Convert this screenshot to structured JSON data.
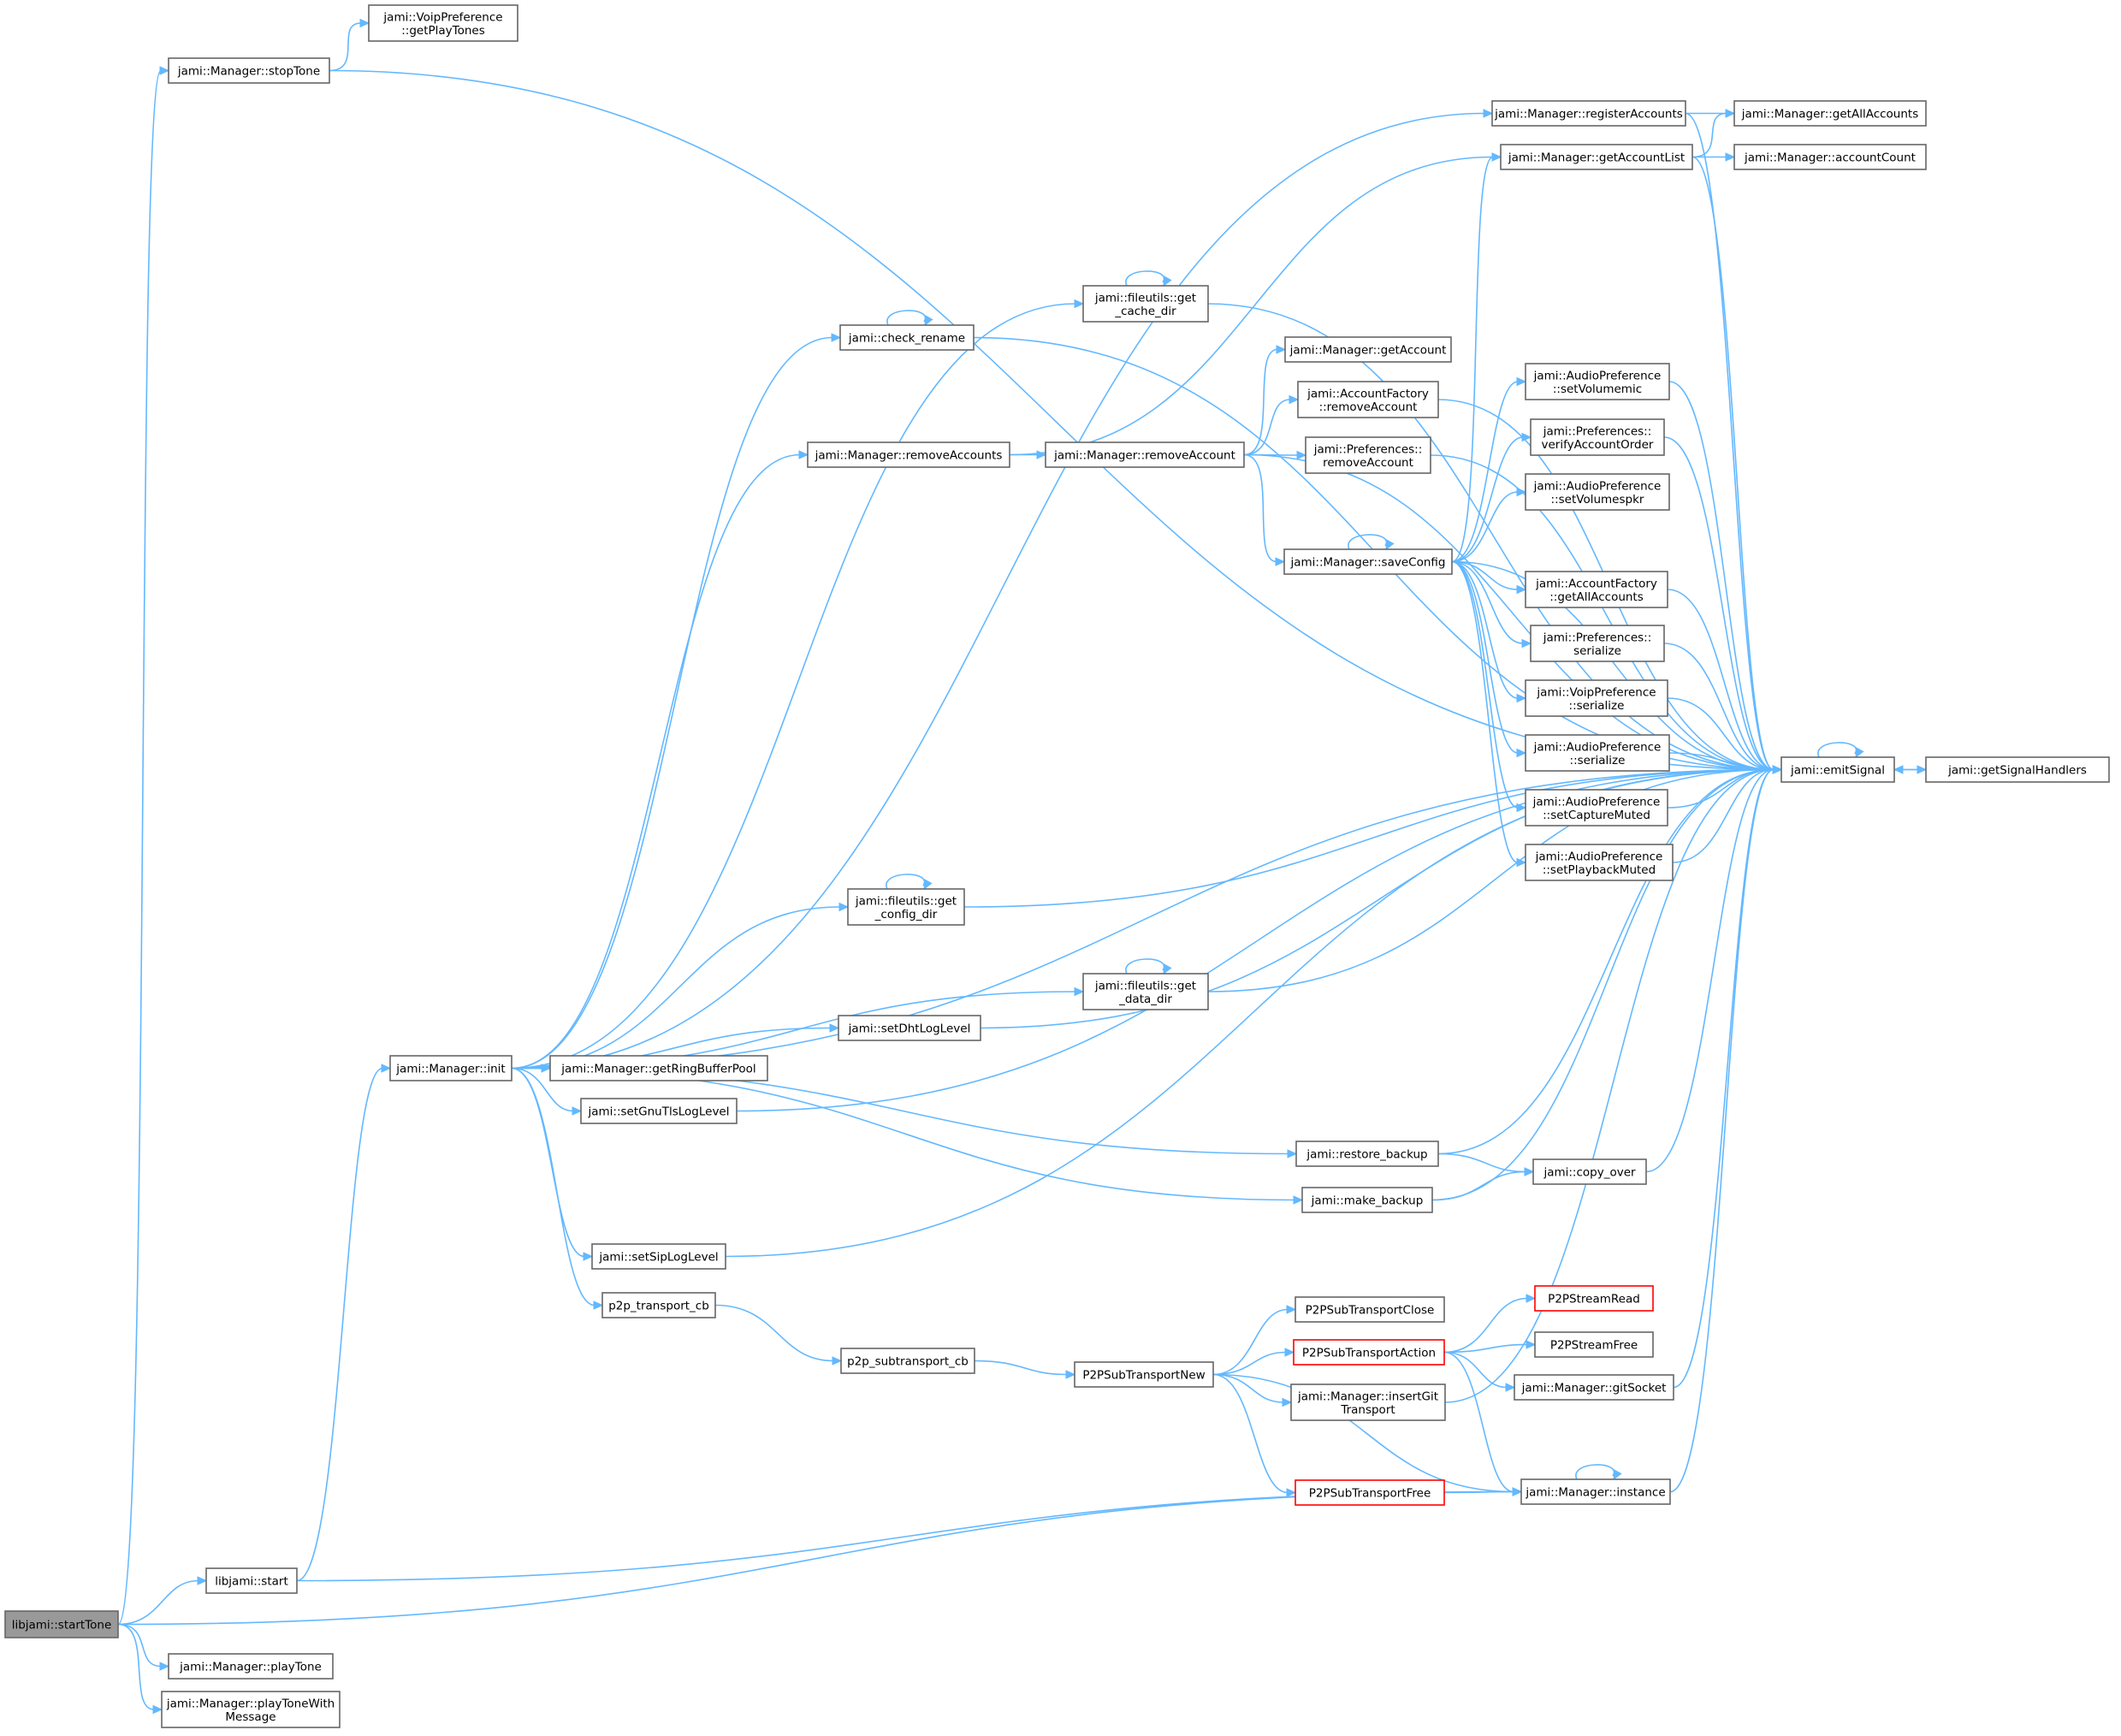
{
  "diagram": {
    "title": "",
    "colors": {
      "edge": "#63b8ff",
      "node_border": "#666666",
      "root_fill": "#999999",
      "highlight_border": "#ff0000"
    },
    "nodes": [
      {
        "id": "startTone",
        "lines": [
          "libjami::startTone"
        ],
        "style": "root"
      },
      {
        "id": "stopTone",
        "lines": [
          "jami::Manager::stopTone"
        ]
      },
      {
        "id": "getPlayTones",
        "lines": [
          "jami::VoipPreference",
          "::getPlayTones"
        ]
      },
      {
        "id": "libstart",
        "lines": [
          "libjami::start"
        ]
      },
      {
        "id": "playTone",
        "lines": [
          "jami::Manager::playTone"
        ]
      },
      {
        "id": "playToneWithMessage",
        "lines": [
          "jami::Manager::playToneWith",
          "Message"
        ]
      },
      {
        "id": "init",
        "lines": [
          "jami::Manager::init"
        ]
      },
      {
        "id": "registerAccounts",
        "lines": [
          "jami::Manager::registerAccounts"
        ]
      },
      {
        "id": "getAllAccounts",
        "lines": [
          "jami::Manager::getAllAccounts"
        ]
      },
      {
        "id": "getAccountList",
        "lines": [
          "jami::Manager::getAccountList"
        ]
      },
      {
        "id": "accountCount",
        "lines": [
          "jami::Manager::accountCount"
        ]
      },
      {
        "id": "getCacheDir",
        "lines": [
          "jami::fileutils::get",
          "_cache_dir"
        ]
      },
      {
        "id": "checkRename",
        "lines": [
          "jami::check_rename"
        ]
      },
      {
        "id": "getAccount",
        "lines": [
          "jami::Manager::getAccount"
        ]
      },
      {
        "id": "afRemoveAccount",
        "lines": [
          "jami::AccountFactory",
          "::removeAccount"
        ]
      },
      {
        "id": "removeAccounts",
        "lines": [
          "jami::Manager::removeAccounts"
        ]
      },
      {
        "id": "removeAccount",
        "lines": [
          "jami::Manager::removeAccount"
        ]
      },
      {
        "id": "prefRemoveAccount",
        "lines": [
          "jami::Preferences::",
          "removeAccount"
        ]
      },
      {
        "id": "setVolumemic",
        "lines": [
          "jami::AudioPreference",
          "::setVolumemic"
        ]
      },
      {
        "id": "verifyAccountOrder",
        "lines": [
          "jami::Preferences::",
          "verifyAccountOrder"
        ]
      },
      {
        "id": "setVolumespkr",
        "lines": [
          "jami::AudioPreference",
          "::setVolumespkr"
        ]
      },
      {
        "id": "saveConfig",
        "lines": [
          "jami::Manager::saveConfig"
        ]
      },
      {
        "id": "afGetAllAccounts",
        "lines": [
          "jami::AccountFactory",
          "::getAllAccounts"
        ]
      },
      {
        "id": "prefSerialize",
        "lines": [
          "jami::Preferences::",
          "serialize"
        ]
      },
      {
        "id": "voipSerialize",
        "lines": [
          "jami::VoipPreference",
          "::serialize"
        ]
      },
      {
        "id": "audioSerialize",
        "lines": [
          "jami::AudioPreference",
          "::serialize"
        ]
      },
      {
        "id": "setCaptureMuted",
        "lines": [
          "jami::AudioPreference",
          "::setCaptureMuted"
        ]
      },
      {
        "id": "setPlaybackMuted",
        "lines": [
          "jami::AudioPreference",
          "::setPlaybackMuted"
        ]
      },
      {
        "id": "emitSignal",
        "lines": [
          "jami::emitSignal"
        ]
      },
      {
        "id": "getSignalHandlers",
        "lines": [
          "jami::getSignalHandlers"
        ]
      },
      {
        "id": "getConfigDir",
        "lines": [
          "jami::fileutils::get",
          "_config_dir"
        ]
      },
      {
        "id": "getDataDir",
        "lines": [
          "jami::fileutils::get",
          "_data_dir"
        ]
      },
      {
        "id": "setDhtLogLevel",
        "lines": [
          "jami::setDhtLogLevel"
        ]
      },
      {
        "id": "getRingBufferPool",
        "lines": [
          "jami::Manager::getRingBufferPool"
        ]
      },
      {
        "id": "setGnuTlsLogLevel",
        "lines": [
          "jami::setGnuTlsLogLevel"
        ]
      },
      {
        "id": "restoreBackup",
        "lines": [
          "jami::restore_backup"
        ]
      },
      {
        "id": "copyOver",
        "lines": [
          "jami::copy_over"
        ]
      },
      {
        "id": "makeBackup",
        "lines": [
          "jami::make_backup"
        ]
      },
      {
        "id": "setSipLogLevel",
        "lines": [
          "jami::setSipLogLevel"
        ]
      },
      {
        "id": "p2pTransportCb",
        "lines": [
          "p2p_transport_cb"
        ]
      },
      {
        "id": "p2pSubtransportCb",
        "lines": [
          "p2p_subtransport_cb"
        ]
      },
      {
        "id": "P2PSubTransportNew",
        "lines": [
          "P2PSubTransportNew"
        ]
      },
      {
        "id": "P2PSubTransportClose",
        "lines": [
          "P2PSubTransportClose"
        ]
      },
      {
        "id": "P2PStreamRead",
        "lines": [
          "P2PStreamRead"
        ],
        "style": "red"
      },
      {
        "id": "P2PSubTransportAction",
        "lines": [
          "P2PSubTransportAction"
        ],
        "style": "red"
      },
      {
        "id": "P2PStreamFree",
        "lines": [
          "P2PStreamFree"
        ]
      },
      {
        "id": "gitSocket",
        "lines": [
          "jami::Manager::gitSocket"
        ]
      },
      {
        "id": "insertGitTransport",
        "lines": [
          "jami::Manager::insertGit",
          "Transport"
        ]
      },
      {
        "id": "P2PSubTransportFree",
        "lines": [
          "P2PSubTransportFree"
        ],
        "style": "red"
      },
      {
        "id": "instance",
        "lines": [
          "jami::Manager::instance"
        ]
      }
    ],
    "edges": [
      [
        "startTone",
        "stopTone"
      ],
      [
        "startTone",
        "libstart"
      ],
      [
        "startTone",
        "playTone"
      ],
      [
        "startTone",
        "playToneWithMessage"
      ],
      [
        "startTone",
        "instance"
      ],
      [
        "stopTone",
        "getPlayTones"
      ],
      [
        "stopTone",
        "emitSignal"
      ],
      [
        "libstart",
        "init"
      ],
      [
        "libstart",
        "instance"
      ],
      [
        "init",
        "registerAccounts"
      ],
      [
        "init",
        "checkRename"
      ],
      [
        "init",
        "removeAccounts"
      ],
      [
        "init",
        "getCacheDir"
      ],
      [
        "init",
        "getConfigDir"
      ],
      [
        "init",
        "getDataDir"
      ],
      [
        "init",
        "setDhtLogLevel"
      ],
      [
        "init",
        "getRingBufferPool"
      ],
      [
        "init",
        "setGnuTlsLogLevel"
      ],
      [
        "init",
        "restoreBackup"
      ],
      [
        "init",
        "makeBackup"
      ],
      [
        "init",
        "setSipLogLevel"
      ],
      [
        "init",
        "p2pTransportCb"
      ],
      [
        "init",
        "emitSignal"
      ],
      [
        "registerAccounts",
        "getAllAccounts"
      ],
      [
        "registerAccounts",
        "emitSignal"
      ],
      [
        "getAccountList",
        "getAllAccounts"
      ],
      [
        "getAccountList",
        "accountCount"
      ],
      [
        "getAccountList",
        "emitSignal"
      ],
      [
        "checkRename",
        "checkRename"
      ],
      [
        "checkRename",
        "emitSignal"
      ],
      [
        "getCacheDir",
        "getCacheDir"
      ],
      [
        "getCacheDir",
        "emitSignal"
      ],
      [
        "removeAccounts",
        "getAccountList"
      ],
      [
        "removeAccounts",
        "removeAccount"
      ],
      [
        "removeAccount",
        "getAccount"
      ],
      [
        "removeAccount",
        "afRemoveAccount"
      ],
      [
        "removeAccount",
        "prefRemoveAccount"
      ],
      [
        "removeAccount",
        "saveConfig"
      ],
      [
        "removeAccount",
        "emitSignal"
      ],
      [
        "afRemoveAccount",
        "emitSignal"
      ],
      [
        "prefRemoveAccount",
        "emitSignal"
      ],
      [
        "saveConfig",
        "saveConfig"
      ],
      [
        "saveConfig",
        "getAccountList"
      ],
      [
        "saveConfig",
        "setVolumemic"
      ],
      [
        "saveConfig",
        "verifyAccountOrder"
      ],
      [
        "saveConfig",
        "setVolumespkr"
      ],
      [
        "saveConfig",
        "afGetAllAccounts"
      ],
      [
        "saveConfig",
        "prefSerialize"
      ],
      [
        "saveConfig",
        "voipSerialize"
      ],
      [
        "saveConfig",
        "audioSerialize"
      ],
      [
        "saveConfig",
        "setCaptureMuted"
      ],
      [
        "saveConfig",
        "setPlaybackMuted"
      ],
      [
        "saveConfig",
        "emitSignal"
      ],
      [
        "setVolumemic",
        "emitSignal"
      ],
      [
        "verifyAccountOrder",
        "emitSignal"
      ],
      [
        "afGetAllAccounts",
        "emitSignal"
      ],
      [
        "prefSerialize",
        "emitSignal"
      ],
      [
        "voipSerialize",
        "emitSignal"
      ],
      [
        "audioSerialize",
        "emitSignal"
      ],
      [
        "setCaptureMuted",
        "emitSignal"
      ],
      [
        "setPlaybackMuted",
        "emitSignal"
      ],
      [
        "emitSignal",
        "emitSignal"
      ],
      [
        "emitSignal",
        "getSignalHandlers"
      ],
      [
        "getSignalHandlers",
        "emitSignal"
      ],
      [
        "getConfigDir",
        "getConfigDir"
      ],
      [
        "getConfigDir",
        "emitSignal"
      ],
      [
        "getDataDir",
        "getDataDir"
      ],
      [
        "getDataDir",
        "emitSignal"
      ],
      [
        "setDhtLogLevel",
        "emitSignal"
      ],
      [
        "setGnuTlsLogLevel",
        "emitSignal"
      ],
      [
        "restoreBackup",
        "emitSignal"
      ],
      [
        "restoreBackup",
        "copyOver"
      ],
      [
        "copyOver",
        "emitSignal"
      ],
      [
        "makeBackup",
        "copyOver"
      ],
      [
        "makeBackup",
        "emitSignal"
      ],
      [
        "setSipLogLevel",
        "emitSignal"
      ],
      [
        "p2pTransportCb",
        "p2pSubtransportCb"
      ],
      [
        "p2pSubtransportCb",
        "P2PSubTransportNew"
      ],
      [
        "P2PSubTransportNew",
        "P2PSubTransportClose"
      ],
      [
        "P2PSubTransportNew",
        "P2PSubTransportAction"
      ],
      [
        "P2PSubTransportNew",
        "insertGitTransport"
      ],
      [
        "P2PSubTransportNew",
        "P2PSubTransportFree"
      ],
      [
        "P2PSubTransportNew",
        "instance"
      ],
      [
        "P2PSubTransportAction",
        "P2PStreamRead"
      ],
      [
        "P2PSubTransportAction",
        "P2PStreamFree"
      ],
      [
        "P2PSubTransportAction",
        "gitSocket"
      ],
      [
        "P2PSubTransportAction",
        "instance"
      ],
      [
        "gitSocket",
        "emitSignal"
      ],
      [
        "insertGitTransport",
        "emitSignal"
      ],
      [
        "P2PSubTransportFree",
        "instance"
      ],
      [
        "instance",
        "instance"
      ],
      [
        "instance",
        "emitSignal"
      ]
    ]
  }
}
